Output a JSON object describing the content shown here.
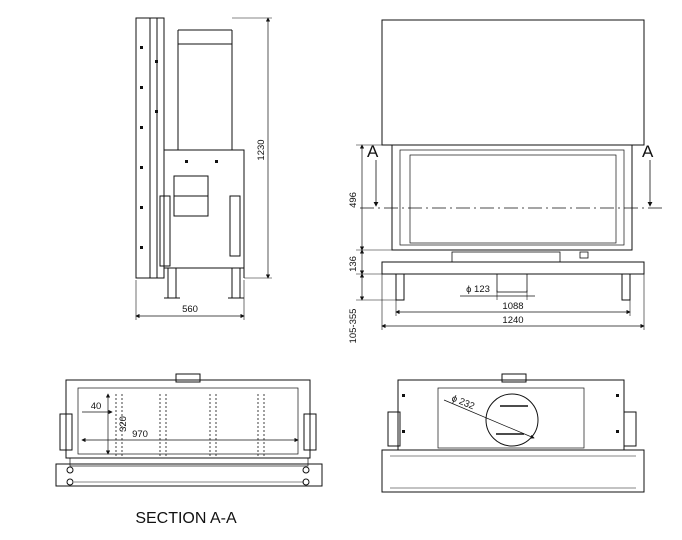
{
  "drawing": {
    "side_view": {
      "height_dim": "1230",
      "width_dim": "560"
    },
    "front_view": {
      "section_marker_left": "A",
      "section_marker_right": "A",
      "dim_opening_height": "496",
      "dim_base_height": "136",
      "dim_legs": "105-355",
      "dim_flue_diameter": "ϕ 123",
      "dim_inner_width": "1088",
      "dim_overall_width": "1240"
    },
    "section_view": {
      "title": "SECTION A-A",
      "dim_wall": "40",
      "dim_depth": "320",
      "dim_width": "970"
    },
    "top_view": {
      "dim_flue_diameter": "ϕ 232"
    }
  }
}
